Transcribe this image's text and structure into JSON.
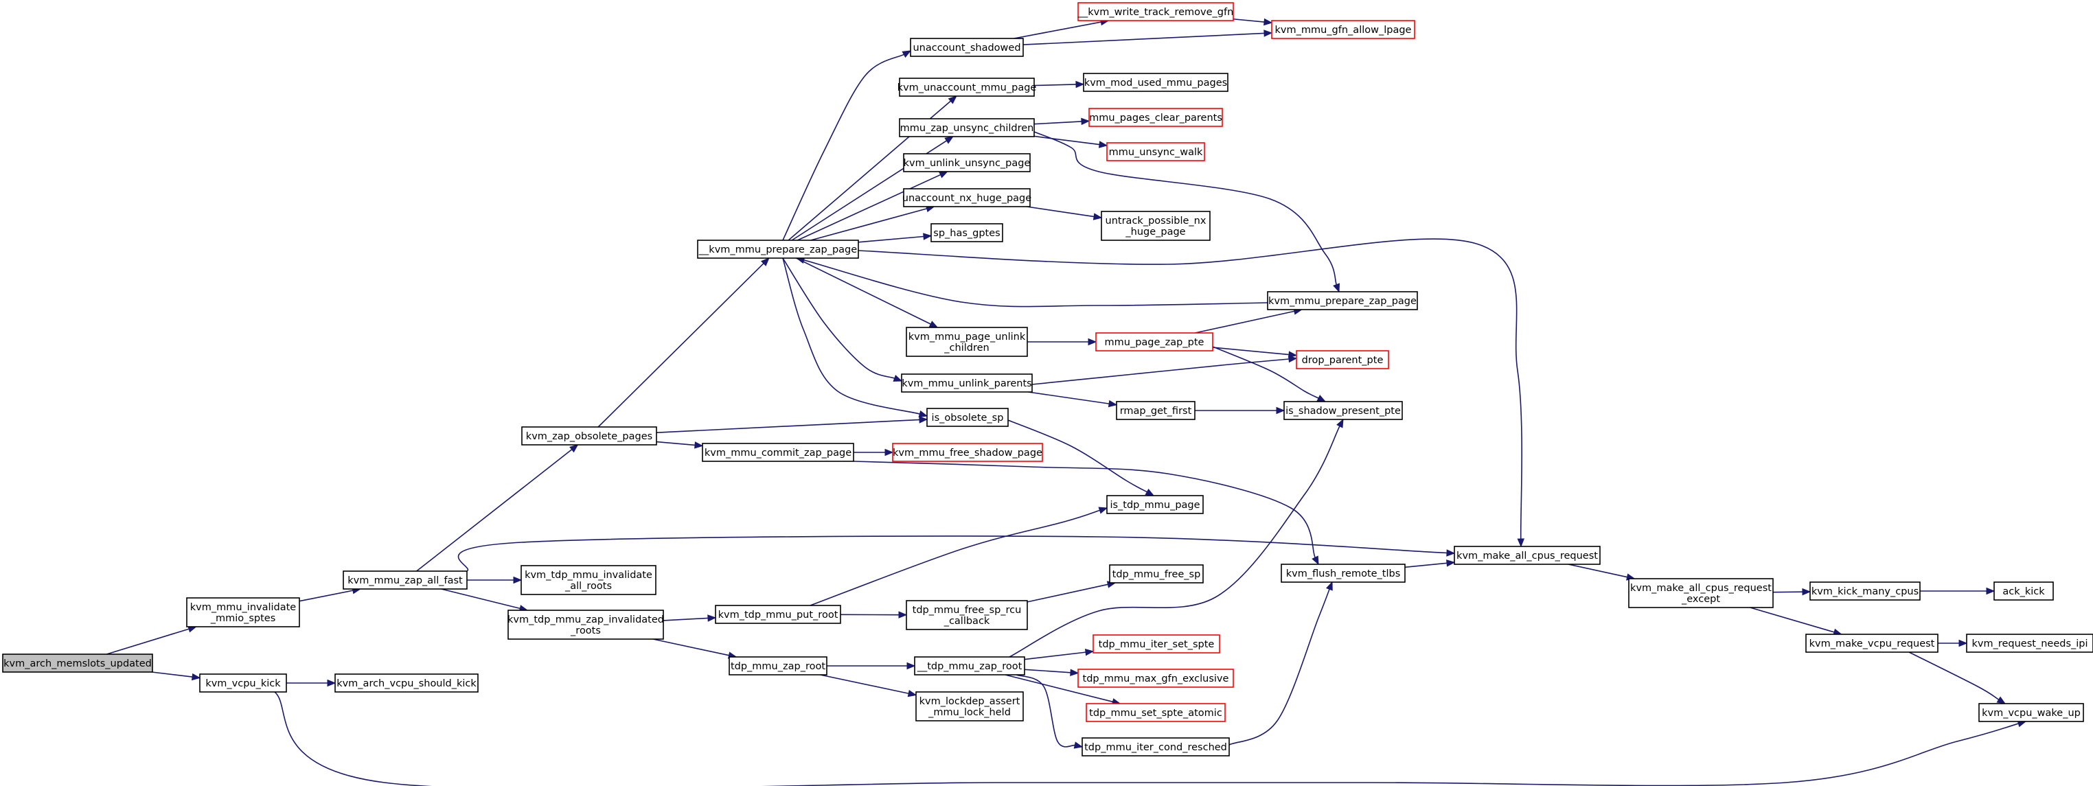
{
  "diagram": {
    "type": "call-graph",
    "colors": {
      "edge": "#191970",
      "node_border": "#000000",
      "truncated_border": "#ff0000",
      "root_fill": "#bfbfbf"
    },
    "nodes": [
      {
        "id": "kvm_arch_memslots_updated",
        "lines": [
          "kvm_arch_memslots_updated"
        ],
        "style": "root"
      },
      {
        "id": "kvm_mmu_invalidate_mmio_sptes",
        "lines": [
          "kvm_mmu_invalidate",
          "_mmio_sptes"
        ]
      },
      {
        "id": "kvm_vcpu_kick",
        "lines": [
          "kvm_vcpu_kick"
        ]
      },
      {
        "id": "kvm_mmu_zap_all_fast",
        "lines": [
          "kvm_mmu_zap_all_fast"
        ]
      },
      {
        "id": "kvm_arch_vcpu_should_kick",
        "lines": [
          "kvm_arch_vcpu_should_kick"
        ]
      },
      {
        "id": "kvm_zap_obsolete_pages",
        "lines": [
          "kvm_zap_obsolete_pages"
        ]
      },
      {
        "id": "kvm_tdp_mmu_invalidate_all_roots",
        "lines": [
          "kvm_tdp_mmu_invalidate",
          "_all_roots"
        ]
      },
      {
        "id": "kvm_tdp_mmu_zap_invalidated_roots",
        "lines": [
          "kvm_tdp_mmu_zap_invalidated",
          "_roots"
        ]
      },
      {
        "id": "__kvm_mmu_prepare_zap_page",
        "lines": [
          "__kvm_mmu_prepare_zap_page"
        ]
      },
      {
        "id": "kvm_mmu_commit_zap_page",
        "lines": [
          "kvm_mmu_commit_zap_page"
        ]
      },
      {
        "id": "kvm_tdp_mmu_put_root",
        "lines": [
          "kvm_tdp_mmu_put_root"
        ]
      },
      {
        "id": "tdp_mmu_zap_root",
        "lines": [
          "tdp_mmu_zap_root"
        ]
      },
      {
        "id": "unaccount_shadowed",
        "lines": [
          "unaccount_shadowed"
        ]
      },
      {
        "id": "kvm_unaccount_mmu_page",
        "lines": [
          "kvm_unaccount_mmu_page"
        ]
      },
      {
        "id": "mmu_zap_unsync_children",
        "lines": [
          "mmu_zap_unsync_children"
        ]
      },
      {
        "id": "kvm_unlink_unsync_page",
        "lines": [
          "kvm_unlink_unsync_page"
        ]
      },
      {
        "id": "unaccount_nx_huge_page",
        "lines": [
          "unaccount_nx_huge_page"
        ]
      },
      {
        "id": "sp_has_gptes",
        "lines": [
          "sp_has_gptes"
        ]
      },
      {
        "id": "kvm_mmu_page_unlink_children",
        "lines": [
          "kvm_mmu_page_unlink",
          "_children"
        ]
      },
      {
        "id": "kvm_mmu_unlink_parents",
        "lines": [
          "kvm_mmu_unlink_parents"
        ]
      },
      {
        "id": "is_obsolete_sp",
        "lines": [
          "is_obsolete_sp"
        ]
      },
      {
        "id": "kvm_mmu_free_shadow_page",
        "lines": [
          "kvm_mmu_free_shadow_page"
        ],
        "style": "red"
      },
      {
        "id": "is_tdp_mmu_page",
        "lines": [
          "is_tdp_mmu_page"
        ]
      },
      {
        "id": "tdp_mmu_free_sp_rcu_callback",
        "lines": [
          "tdp_mmu_free_sp_rcu",
          "_callback"
        ]
      },
      {
        "id": "__tdp_mmu_zap_root",
        "lines": [
          "__tdp_mmu_zap_root"
        ]
      },
      {
        "id": "kvm_lockdep_assert_mmu_lock_held",
        "lines": [
          "kvm_lockdep_assert",
          "_mmu_lock_held"
        ]
      },
      {
        "id": "__kvm_write_track_remove_gfn",
        "lines": [
          "__kvm_write_track_remove_gfn"
        ],
        "style": "red"
      },
      {
        "id": "kvm_mod_used_mmu_pages",
        "lines": [
          "kvm_mod_used_mmu_pages"
        ]
      },
      {
        "id": "mmu_pages_clear_parents",
        "lines": [
          "mmu_pages_clear_parents"
        ],
        "style": "red"
      },
      {
        "id": "mmu_unsync_walk",
        "lines": [
          "mmu_unsync_walk"
        ],
        "style": "red"
      },
      {
        "id": "untrack_possible_nx_huge_page",
        "lines": [
          "untrack_possible_nx",
          "_huge_page"
        ]
      },
      {
        "id": "mmu_page_zap_pte",
        "lines": [
          "mmu_page_zap_pte"
        ],
        "style": "red"
      },
      {
        "id": "rmap_get_first",
        "lines": [
          "rmap_get_first"
        ]
      },
      {
        "id": "tdp_mmu_free_sp",
        "lines": [
          "tdp_mmu_free_sp"
        ]
      },
      {
        "id": "tdp_mmu_iter_set_spte",
        "lines": [
          "tdp_mmu_iter_set_spte"
        ],
        "style": "red"
      },
      {
        "id": "tdp_mmu_max_gfn_exclusive",
        "lines": [
          "tdp_mmu_max_gfn_exclusive"
        ],
        "style": "red"
      },
      {
        "id": "tdp_mmu_set_spte_atomic",
        "lines": [
          "tdp_mmu_set_spte_atomic"
        ],
        "style": "red"
      },
      {
        "id": "tdp_mmu_iter_cond_resched",
        "lines": [
          "tdp_mmu_iter_cond_resched"
        ]
      },
      {
        "id": "kvm_mmu_gfn_allow_lpage",
        "lines": [
          "kvm_mmu_gfn_allow_lpage"
        ],
        "style": "red"
      },
      {
        "id": "kvm_mmu_prepare_zap_page",
        "lines": [
          "kvm_mmu_prepare_zap_page"
        ]
      },
      {
        "id": "drop_parent_pte",
        "lines": [
          "drop_parent_pte"
        ],
        "style": "red"
      },
      {
        "id": "is_shadow_present_pte",
        "lines": [
          "is_shadow_present_pte"
        ]
      },
      {
        "id": "kvm_flush_remote_tlbs",
        "lines": [
          "kvm_flush_remote_tlbs"
        ]
      },
      {
        "id": "kvm_make_all_cpus_request",
        "lines": [
          "kvm_make_all_cpus_request"
        ]
      },
      {
        "id": "kvm_make_all_cpus_request_except",
        "lines": [
          "kvm_make_all_cpus_request",
          "_except"
        ]
      },
      {
        "id": "kvm_kick_many_cpus",
        "lines": [
          "kvm_kick_many_cpus"
        ]
      },
      {
        "id": "ack_kick",
        "lines": [
          "ack_kick"
        ]
      },
      {
        "id": "kvm_make_vcpu_request",
        "lines": [
          "kvm_make_vcpu_request"
        ]
      },
      {
        "id": "kvm_request_needs_ipi",
        "lines": [
          "kvm_request_needs_ipi"
        ]
      },
      {
        "id": "kvm_vcpu_wake_up",
        "lines": [
          "kvm_vcpu_wake_up"
        ]
      }
    ],
    "edges": [
      [
        "kvm_arch_memslots_updated",
        "kvm_mmu_invalidate_mmio_sptes"
      ],
      [
        "kvm_arch_memslots_updated",
        "kvm_vcpu_kick"
      ],
      [
        "kvm_mmu_invalidate_mmio_sptes",
        "kvm_mmu_zap_all_fast"
      ],
      [
        "kvm_vcpu_kick",
        "kvm_arch_vcpu_should_kick"
      ],
      [
        "kvm_vcpu_kick",
        "kvm_vcpu_wake_up"
      ],
      [
        "kvm_mmu_zap_all_fast",
        "kvm_zap_obsolete_pages"
      ],
      [
        "kvm_mmu_zap_all_fast",
        "kvm_tdp_mmu_invalidate_all_roots"
      ],
      [
        "kvm_mmu_zap_all_fast",
        "kvm_tdp_mmu_zap_invalidated_roots"
      ],
      [
        "kvm_mmu_zap_all_fast",
        "kvm_make_all_cpus_request"
      ],
      [
        "kvm_zap_obsolete_pages",
        "__kvm_mmu_prepare_zap_page"
      ],
      [
        "kvm_zap_obsolete_pages",
        "is_obsolete_sp"
      ],
      [
        "kvm_zap_obsolete_pages",
        "kvm_mmu_commit_zap_page"
      ],
      [
        "kvm_tdp_mmu_zap_invalidated_roots",
        "kvm_tdp_mmu_put_root"
      ],
      [
        "kvm_tdp_mmu_zap_invalidated_roots",
        "tdp_mmu_zap_root"
      ],
      [
        "__kvm_mmu_prepare_zap_page",
        "unaccount_shadowed"
      ],
      [
        "__kvm_mmu_prepare_zap_page",
        "kvm_unaccount_mmu_page"
      ],
      [
        "__kvm_mmu_prepare_zap_page",
        "mmu_zap_unsync_children"
      ],
      [
        "__kvm_mmu_prepare_zap_page",
        "kvm_unlink_unsync_page"
      ],
      [
        "__kvm_mmu_prepare_zap_page",
        "unaccount_nx_huge_page"
      ],
      [
        "__kvm_mmu_prepare_zap_page",
        "sp_has_gptes"
      ],
      [
        "__kvm_mmu_prepare_zap_page",
        "kvm_mmu_page_unlink_children"
      ],
      [
        "__kvm_mmu_prepare_zap_page",
        "kvm_mmu_unlink_parents"
      ],
      [
        "__kvm_mmu_prepare_zap_page",
        "is_obsolete_sp"
      ],
      [
        "__kvm_mmu_prepare_zap_page",
        "kvm_make_all_cpus_request"
      ],
      [
        "unaccount_shadowed",
        "__kvm_write_track_remove_gfn"
      ],
      [
        "unaccount_shadowed",
        "kvm_mmu_gfn_allow_lpage"
      ],
      [
        "__kvm_write_track_remove_gfn",
        "kvm_mmu_gfn_allow_lpage"
      ],
      [
        "kvm_unaccount_mmu_page",
        "kvm_mod_used_mmu_pages"
      ],
      [
        "mmu_zap_unsync_children",
        "mmu_pages_clear_parents"
      ],
      [
        "mmu_zap_unsync_children",
        "mmu_unsync_walk"
      ],
      [
        "mmu_zap_unsync_children",
        "kvm_mmu_prepare_zap_page"
      ],
      [
        "unaccount_nx_huge_page",
        "untrack_possible_nx_huge_page"
      ],
      [
        "kvm_mmu_prepare_zap_page",
        "__kvm_mmu_prepare_zap_page"
      ],
      [
        "kvm_mmu_page_unlink_children",
        "mmu_page_zap_pte"
      ],
      [
        "mmu_page_zap_pte",
        "kvm_mmu_prepare_zap_page"
      ],
      [
        "mmu_page_zap_pte",
        "drop_parent_pte"
      ],
      [
        "mmu_page_zap_pte",
        "is_shadow_present_pte"
      ],
      [
        "kvm_mmu_unlink_parents",
        "drop_parent_pte"
      ],
      [
        "kvm_mmu_unlink_parents",
        "rmap_get_first"
      ],
      [
        "rmap_get_first",
        "is_shadow_present_pte"
      ],
      [
        "is_obsolete_sp",
        "is_tdp_mmu_page"
      ],
      [
        "kvm_mmu_commit_zap_page",
        "kvm_mmu_free_shadow_page"
      ],
      [
        "kvm_mmu_commit_zap_page",
        "kvm_flush_remote_tlbs"
      ],
      [
        "kvm_tdp_mmu_put_root",
        "is_tdp_mmu_page"
      ],
      [
        "kvm_tdp_mmu_put_root",
        "tdp_mmu_free_sp_rcu_callback"
      ],
      [
        "tdp_mmu_free_sp_rcu_callback",
        "tdp_mmu_free_sp"
      ],
      [
        "tdp_mmu_zap_root",
        "__tdp_mmu_zap_root"
      ],
      [
        "tdp_mmu_zap_root",
        "kvm_lockdep_assert_mmu_lock_held"
      ],
      [
        "__tdp_mmu_zap_root",
        "is_shadow_present_pte"
      ],
      [
        "__tdp_mmu_zap_root",
        "tdp_mmu_iter_set_spte"
      ],
      [
        "__tdp_mmu_zap_root",
        "tdp_mmu_max_gfn_exclusive"
      ],
      [
        "__tdp_mmu_zap_root",
        "tdp_mmu_set_spte_atomic"
      ],
      [
        "__tdp_mmu_zap_root",
        "tdp_mmu_iter_cond_resched"
      ],
      [
        "tdp_mmu_iter_cond_resched",
        "kvm_flush_remote_tlbs"
      ],
      [
        "kvm_flush_remote_tlbs",
        "kvm_make_all_cpus_request"
      ],
      [
        "kvm_make_all_cpus_request",
        "kvm_make_all_cpus_request_except"
      ],
      [
        "kvm_make_all_cpus_request_except",
        "kvm_kick_many_cpus"
      ],
      [
        "kvm_make_all_cpus_request_except",
        "kvm_make_vcpu_request"
      ],
      [
        "kvm_kick_many_cpus",
        "ack_kick"
      ],
      [
        "kvm_make_vcpu_request",
        "kvm_request_needs_ipi"
      ],
      [
        "kvm_make_vcpu_request",
        "kvm_vcpu_wake_up"
      ]
    ]
  }
}
